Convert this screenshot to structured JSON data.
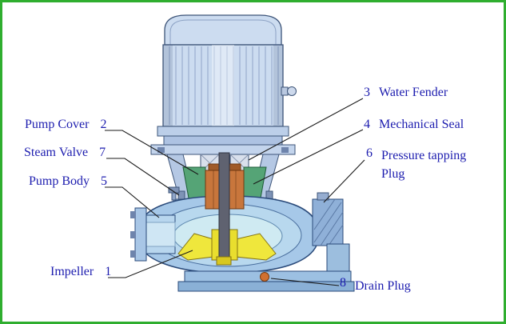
{
  "diagram": {
    "type": "vertical-inline-pump-cross-section",
    "labels": {
      "pump_cover": {
        "text": "Pump Cover",
        "num": "2"
      },
      "steam_valve": {
        "text": "Steam Valve",
        "num": "7"
      },
      "pump_body": {
        "text": "Pump Body",
        "num": "5"
      },
      "impeller": {
        "text": "Impeller",
        "num": "1"
      },
      "water_fender": {
        "num": "3",
        "text": "Water Fender"
      },
      "mechanical_seal": {
        "num": "4",
        "text": "Mechanical Seal"
      },
      "pressure_tapping_plug": {
        "num": "6",
        "text": "Pressure tapping",
        "text2": "Plug"
      },
      "drain_plug": {
        "num": "8",
        "text": "Drain Plug"
      }
    }
  },
  "colors": {
    "frame_border": "#2fae2f",
    "label_text": "#1d1daf",
    "leader_line": "#1a1a1a",
    "motor_blue": "#ccdcf0",
    "casing_blue": "#a6c8e8",
    "inner_casing": "#b8d8ee",
    "channel_cyan": "#cfeaf2",
    "impeller_yellow": "#efe73c",
    "seal_orange": "#c8763c",
    "cover_green": "#55a476",
    "drain_orange": "#d07030"
  }
}
